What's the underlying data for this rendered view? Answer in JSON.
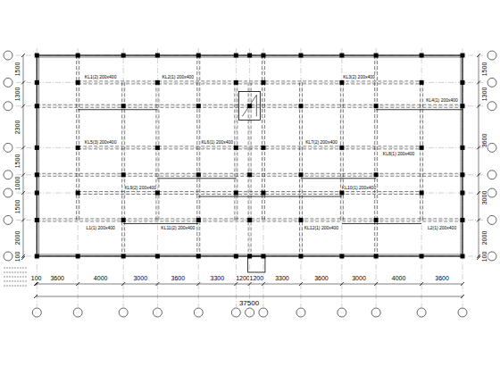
{
  "diagram": {
    "labels": [
      "100",
      "3600",
      "4000",
      "3000",
      "3600",
      "3300",
      "1200",
      "1200",
      "3300",
      "3600",
      "3000",
      "4000",
      "3600",
      "37500",
      "1500",
      "1300",
      "2300",
      "1500",
      "1000",
      "1500",
      "2000",
      "100",
      "1500",
      "1300",
      "3600",
      "3000",
      "2000",
      "100",
      "KL1(2) 200x400",
      "KL2(1) 200x400",
      "KL3(2) 200x400",
      "KL4(1) 200x400",
      "KL5(3) 200x400",
      "KL6(1) 200x400",
      "KL7(2) 200x400",
      "KL8(1) 200x400",
      "KL9(2) 200x400",
      "KL10(1) 200x400",
      "KL11(2) 200x400",
      "KL12(1) 200x400",
      "L1(1) 200x400",
      "L2(1) 200x400"
    ]
  }
}
